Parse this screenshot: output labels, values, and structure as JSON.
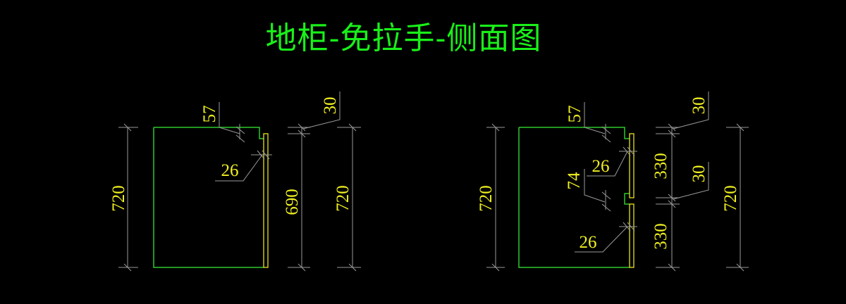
{
  "title": "地柜-免拉手-侧面图",
  "left_view": {
    "dims": {
      "height_left": "720",
      "notch_top": "57",
      "notch_depth": "26",
      "door_gap": "30",
      "door_height": "690",
      "height_right": "720"
    }
  },
  "right_view": {
    "dims": {
      "height_left": "720",
      "notch_top": "57",
      "notch_depth_top": "26",
      "notch_mid": "74",
      "notch_depth_bottom": "26",
      "gap_top": "30",
      "door_top": "330",
      "gap_mid": "30",
      "door_bottom": "330",
      "height_right": "720"
    }
  },
  "colors": {
    "cabinet": "#2ec82e",
    "door": "#e6e21e",
    "dimension": "#9a9a9a",
    "text": "#f0f020",
    "title": "#19f019"
  }
}
